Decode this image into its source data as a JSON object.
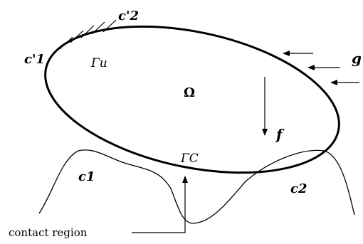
{
  "diagram": {
    "labels": {
      "domain": "Ω",
      "boundary_u": "Γu",
      "boundary_c": "ΓC",
      "force": "f",
      "traction": "g",
      "c1_prime": "c'1",
      "c2_prime": "c'2",
      "c1": "c1",
      "c2": "c2",
      "contact_region": "contact region"
    },
    "colors": {
      "stroke": "#000000",
      "background": "#ffffff"
    }
  }
}
